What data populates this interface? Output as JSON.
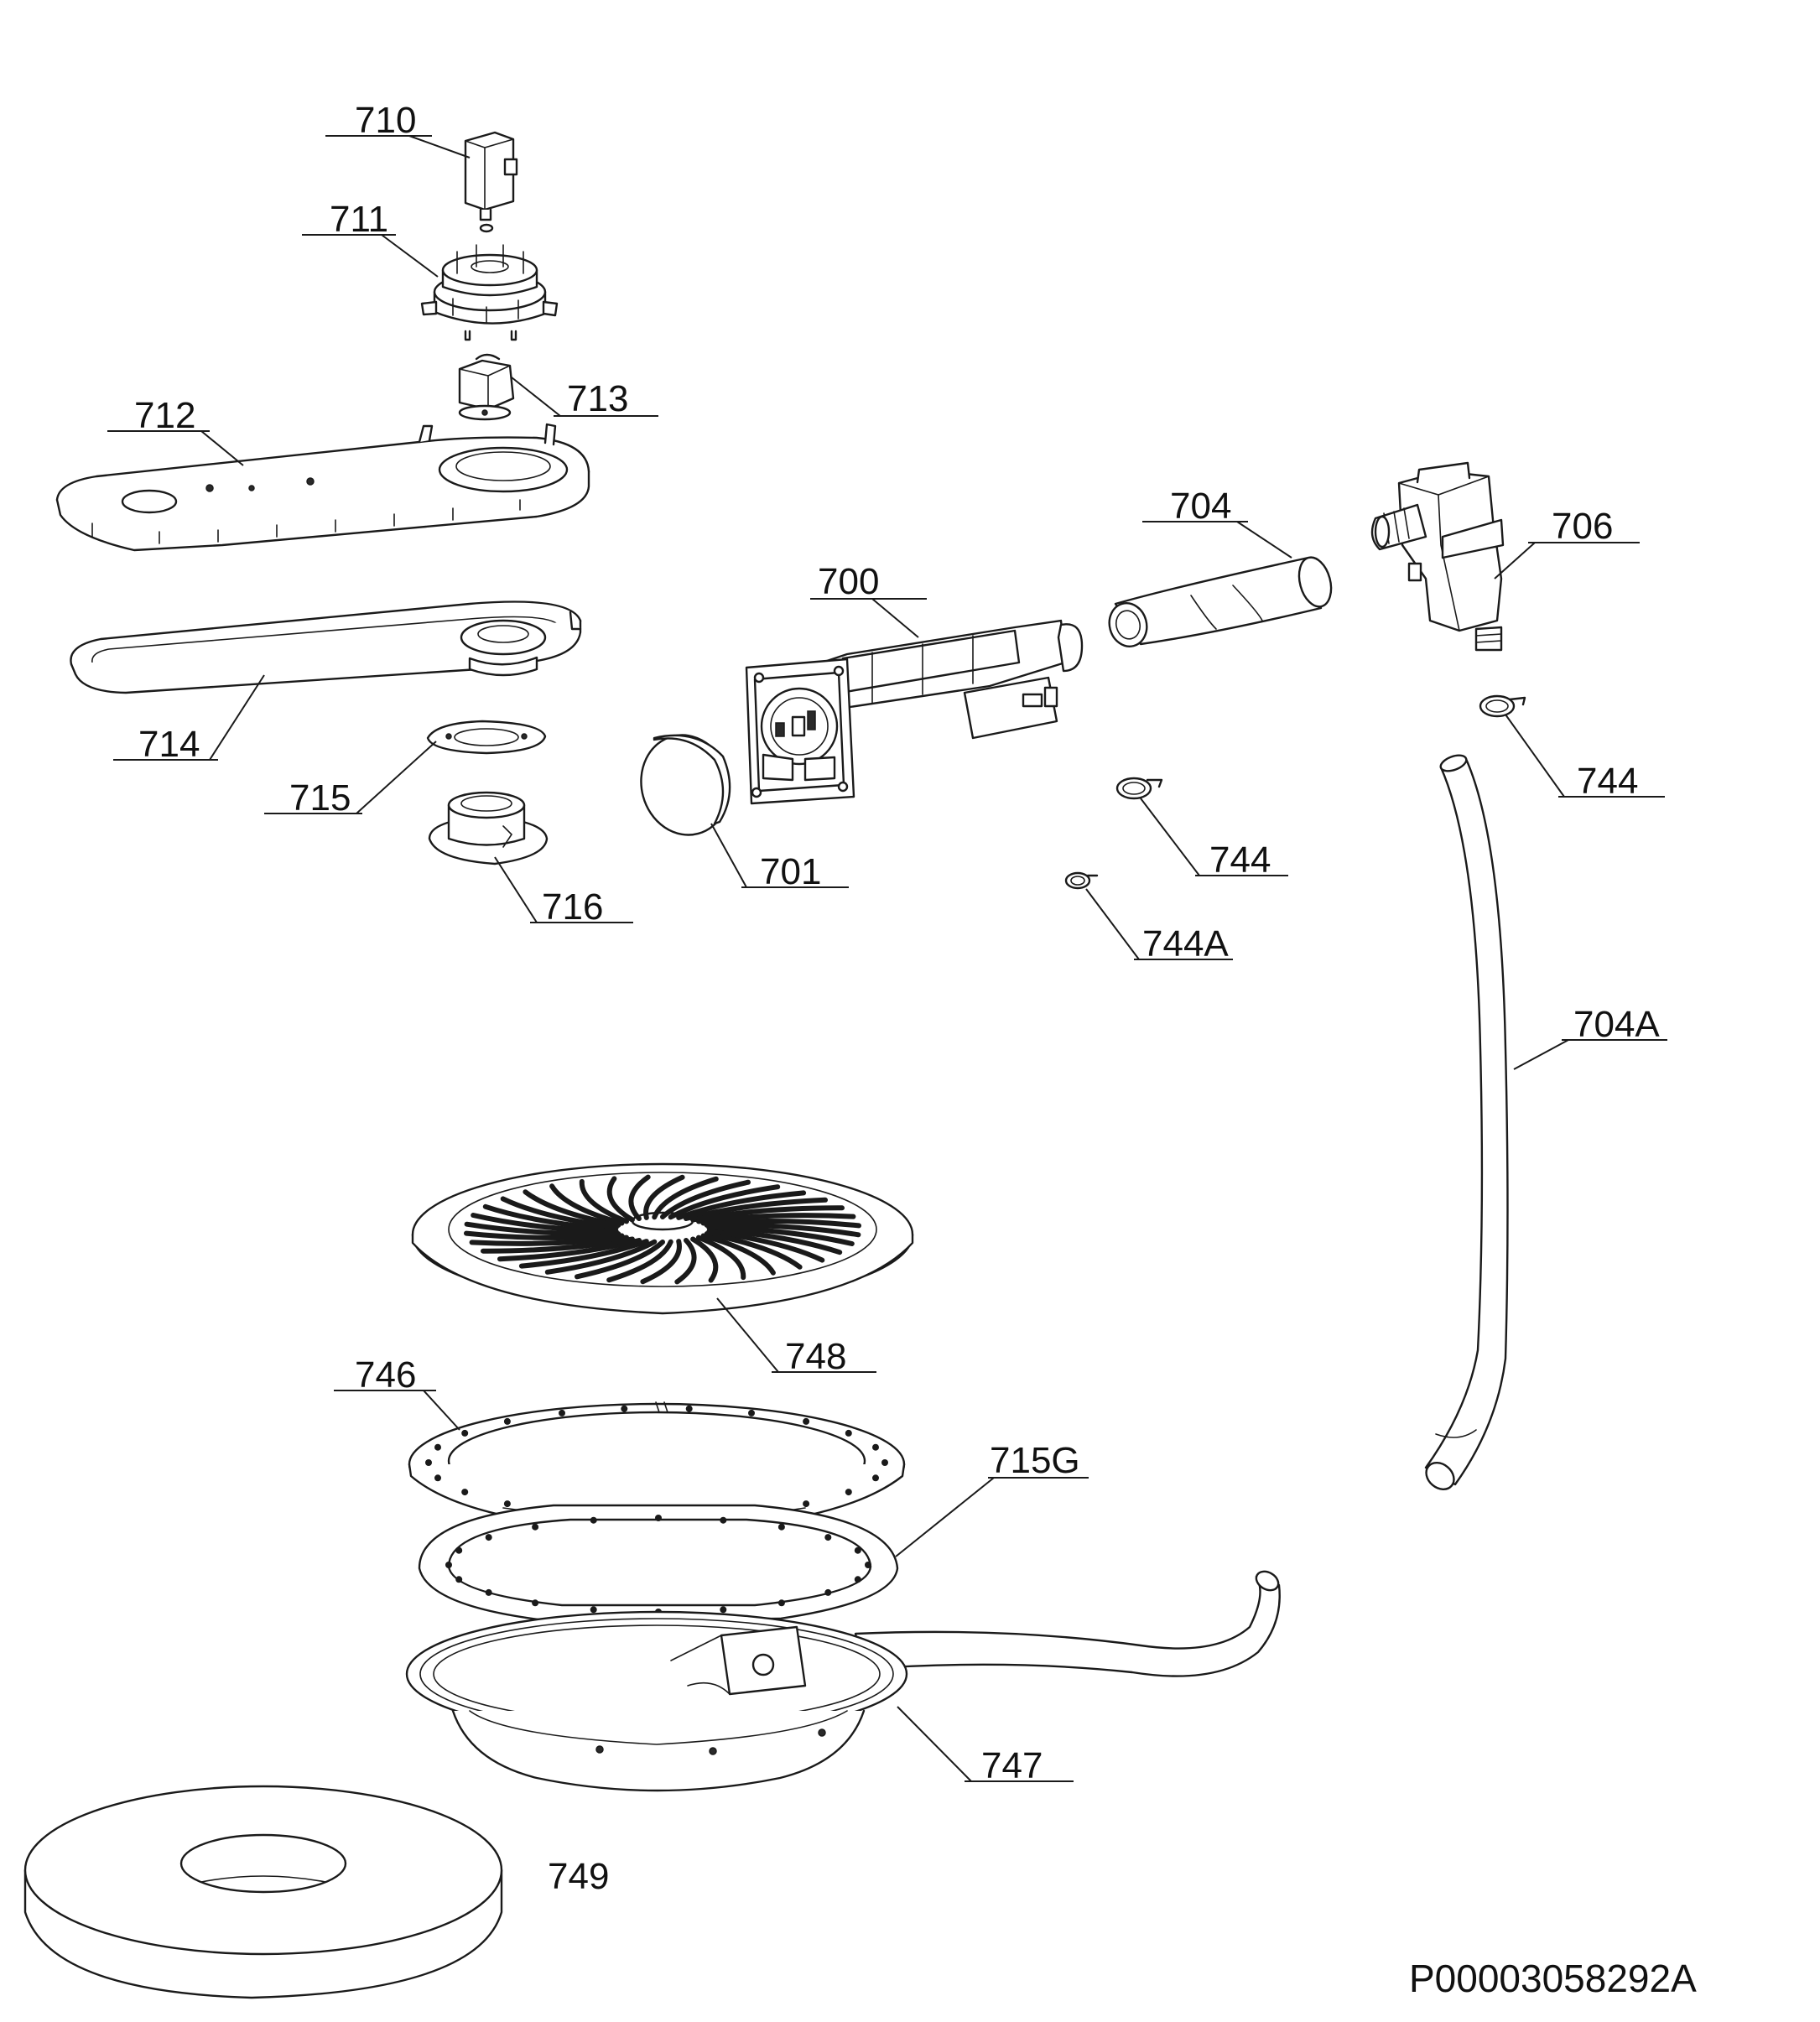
{
  "diagram": {
    "callouts": [
      {
        "id": "710",
        "label": "710"
      },
      {
        "id": "711",
        "label": "711"
      },
      {
        "id": "713",
        "label": "713"
      },
      {
        "id": "712",
        "label": "712"
      },
      {
        "id": "714",
        "label": "714"
      },
      {
        "id": "715",
        "label": "715"
      },
      {
        "id": "716",
        "label": "716"
      },
      {
        "id": "700",
        "label": "700"
      },
      {
        "id": "701",
        "label": "701"
      },
      {
        "id": "704",
        "label": "704"
      },
      {
        "id": "706",
        "label": "706"
      },
      {
        "id": "744_right",
        "label": "744"
      },
      {
        "id": "744_mid",
        "label": "744"
      },
      {
        "id": "744A",
        "label": "744A"
      },
      {
        "id": "704A",
        "label": "704A"
      },
      {
        "id": "748",
        "label": "748"
      },
      {
        "id": "746",
        "label": "746"
      },
      {
        "id": "715G",
        "label": "715G"
      },
      {
        "id": "747",
        "label": "747"
      },
      {
        "id": "749",
        "label": "749"
      }
    ],
    "drawing_code": "P00003058292A"
  }
}
